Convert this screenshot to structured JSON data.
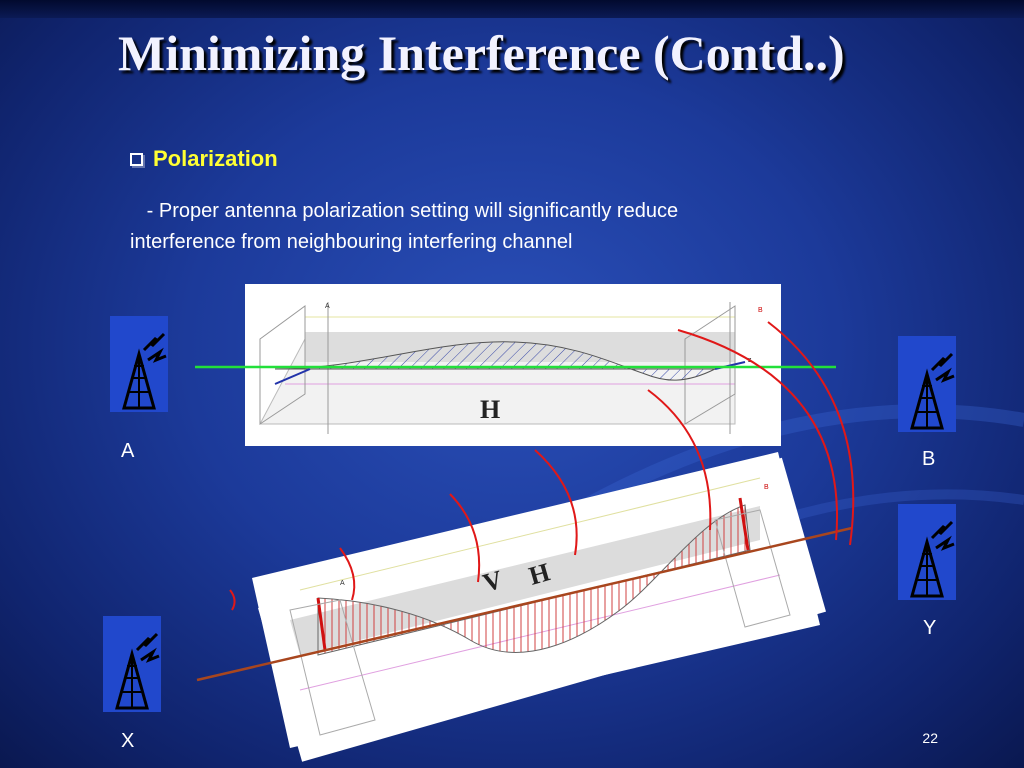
{
  "slide": {
    "title": "Minimizing Interference (Contd..)",
    "bullet": "Polarization",
    "body_line1": "   - Proper antenna polarization setting will significantly reduce",
    "body_line2": "interference from neighbouring interfering channel",
    "page_number": "22"
  },
  "antennas": {
    "a": "A",
    "b": "B",
    "x": "X",
    "y": "Y"
  },
  "diagram": {
    "top_label": "H",
    "bottom_label_v": "V",
    "bottom_label_h": "H",
    "axis_a": "A",
    "axis_b": "B",
    "axis_z": "z"
  },
  "colors": {
    "green_link": "#22e03a",
    "brown_link": "#a8461e",
    "arc_red": "#e01818",
    "bullet_yellow": "#ffff33"
  }
}
